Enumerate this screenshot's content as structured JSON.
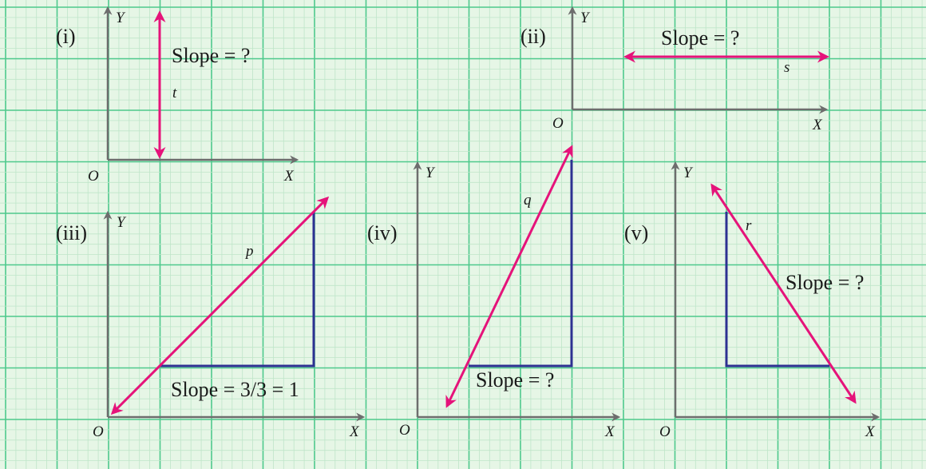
{
  "colors": {
    "background": "#e6f6e6",
    "grid_minor": "#bfe5c9",
    "grid_major": "#4ec98c",
    "axis": "#6d6d6d",
    "line": "#e5137a",
    "triangle": "#2e3192",
    "text": "#1a1a1a"
  },
  "axis_labels": {
    "x": "X",
    "y": "Y",
    "origin": "O"
  },
  "panels": [
    {
      "id": "i",
      "label": "(i)",
      "line_name": "t",
      "slope_text": "Slope = ?"
    },
    {
      "id": "ii",
      "label": "(ii)",
      "line_name": "s",
      "slope_text": "Slope = ?"
    },
    {
      "id": "iii",
      "label": "(iii)",
      "line_name": "p",
      "slope_text": "Slope = 3/3 = 1"
    },
    {
      "id": "iv",
      "label": "(iv)",
      "line_name": "q",
      "slope_text": "Slope = ?"
    },
    {
      "id": "v",
      "label": "(v)",
      "line_name": "r",
      "slope_text": "Slope = ?"
    }
  ]
}
